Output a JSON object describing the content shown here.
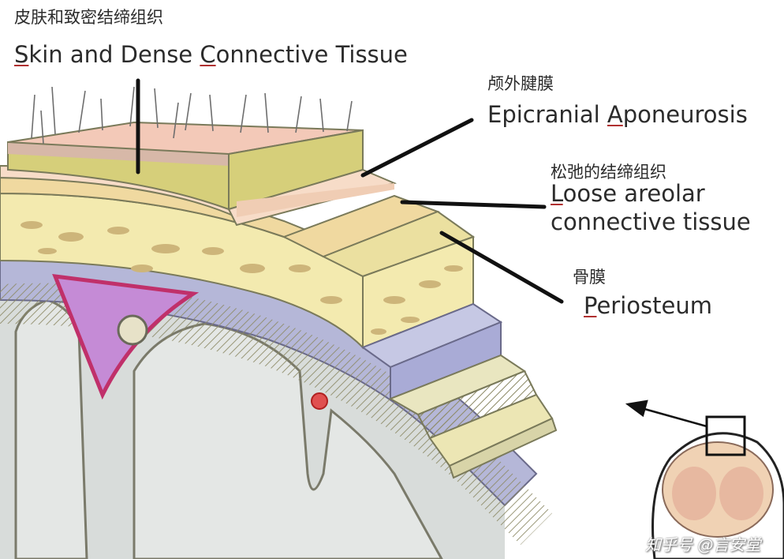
{
  "labels": {
    "skin": {
      "zh": "皮肤和致密结缔组织",
      "first": "S",
      "rest": "kin and Dense ",
      "first2": "C",
      "rest2": "onnective Tissue"
    },
    "aponeurosis": {
      "zh": "颅外腱膜",
      "rest": "Epicranial ",
      "first": "A",
      "rest2": "poneurosis"
    },
    "loose": {
      "zh": "松弛的结缔组织",
      "first": "L",
      "rest": "oose areolar",
      "line2": "connective tissue"
    },
    "periosteum": {
      "zh": "骨膜",
      "first": "P",
      "rest": "eriosteum"
    }
  },
  "watermark": "知乎号 @言安堂",
  "colors": {
    "skin_top": "#f3c9b8",
    "dermis": "#d6cf7a",
    "aponeurosis": "#f7dcc8",
    "loose": "#f0d9a0",
    "bone": "#f3eaaf",
    "dura": "#a9abd6",
    "sinus": "#d07ad0",
    "brain": "#d8dcda",
    "leader": "#111111"
  }
}
